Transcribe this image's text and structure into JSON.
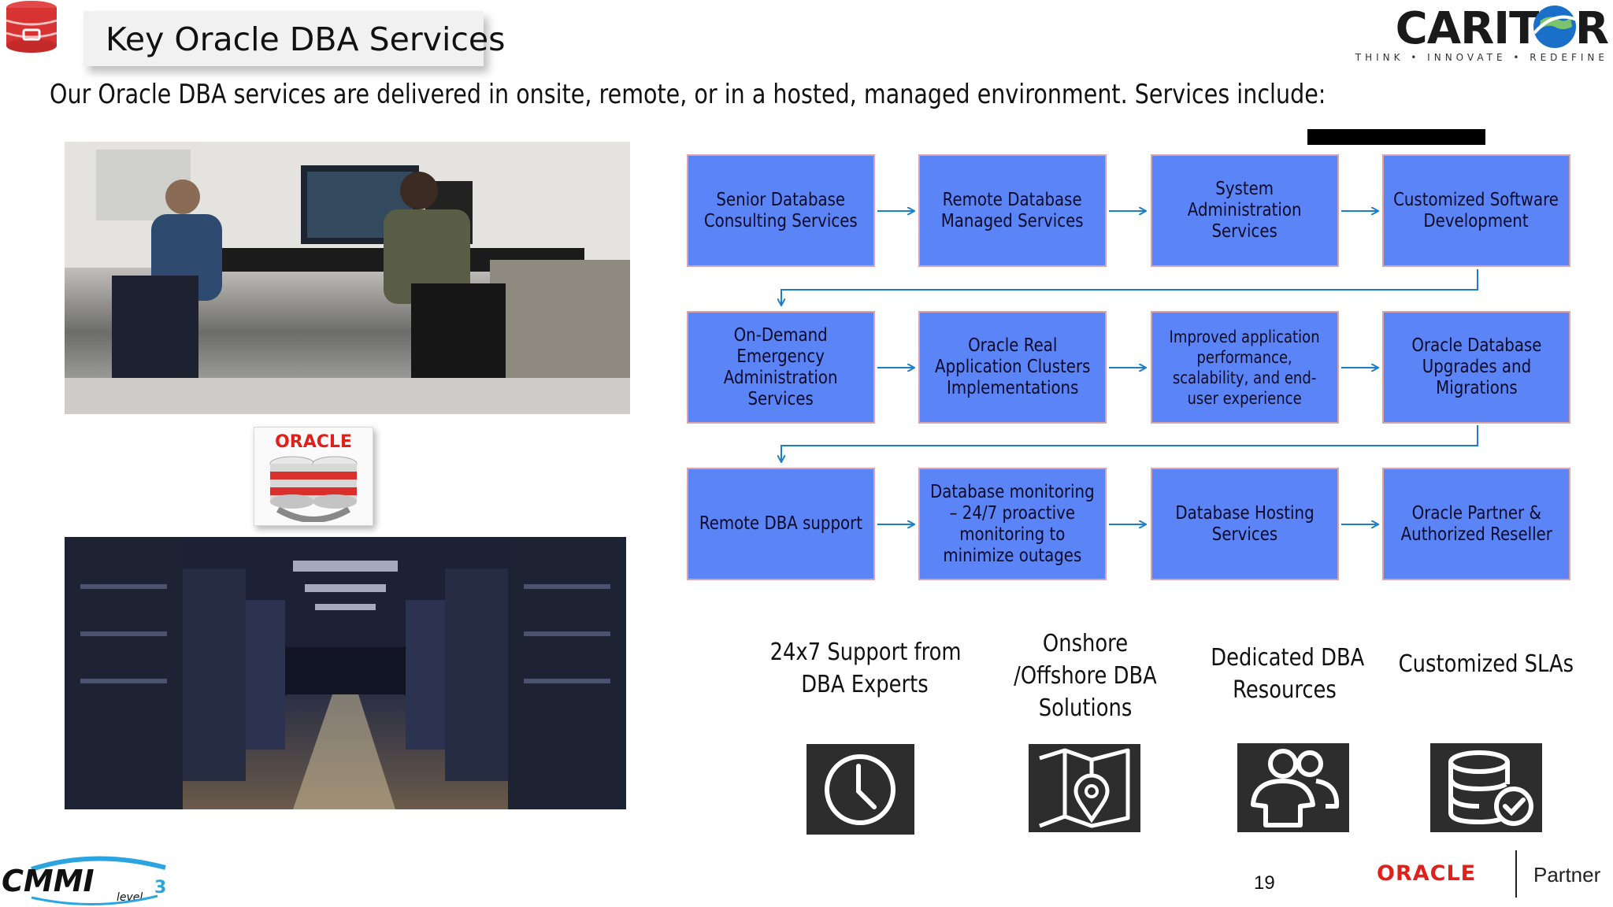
{
  "header": {
    "title": "Key Oracle DBA Services",
    "subtitle": "Our Oracle DBA services are delivered in onsite, remote, or in a hosted, managed environment. Services include:"
  },
  "brand": {
    "logo": "CARITOR",
    "tagline": "THINK • INNOVATE • REDEFINE",
    "accent": "#5b84f6",
    "arrow_color": "#1e7ec8",
    "oracle_red": "#e0201a"
  },
  "services": [
    {
      "label": "Senior Database\nConsulting Services"
    },
    {
      "label": "Remote Database\nManaged Services"
    },
    {
      "label": "System\nAdministration\nServices"
    },
    {
      "label": "Customized Software\nDevelopment"
    },
    {
      "label": "On-Demand\nEmergency\nAdministration\nServices"
    },
    {
      "label": "Oracle Real\nApplication Clusters\nImplementations"
    },
    {
      "label": "Improved application\nperformance,\nscalability, and end-\nuser experience"
    },
    {
      "label": "Oracle Database\nUpgrades and\nMigrations"
    },
    {
      "label": "Remote DBA support"
    },
    {
      "label": "Database monitoring\n– 24/7 proactive\nmonitoring to\nminimize outages"
    },
    {
      "label": "Database Hosting\nServices"
    },
    {
      "label": "Oracle Partner &\nAuthorized Reseller"
    }
  ],
  "features": [
    {
      "label": "24x7 Support from\nDBA Experts",
      "icon": "clock-icon"
    },
    {
      "label": "Onshore\n/Offshore DBA\nSolutions",
      "icon": "map-pin-icon"
    },
    {
      "label": "Dedicated DBA\nResources",
      "icon": "users-icon"
    },
    {
      "label": "Customized SLAs",
      "icon": "database-check-icon"
    }
  ],
  "emblem": {
    "text": "ORACLE"
  },
  "footer": {
    "page_number": "19",
    "cmmi": "CMMI",
    "cmmi_level": "level",
    "cmmi_num": "3",
    "oracle": "ORACLE",
    "partner": "Partner"
  }
}
